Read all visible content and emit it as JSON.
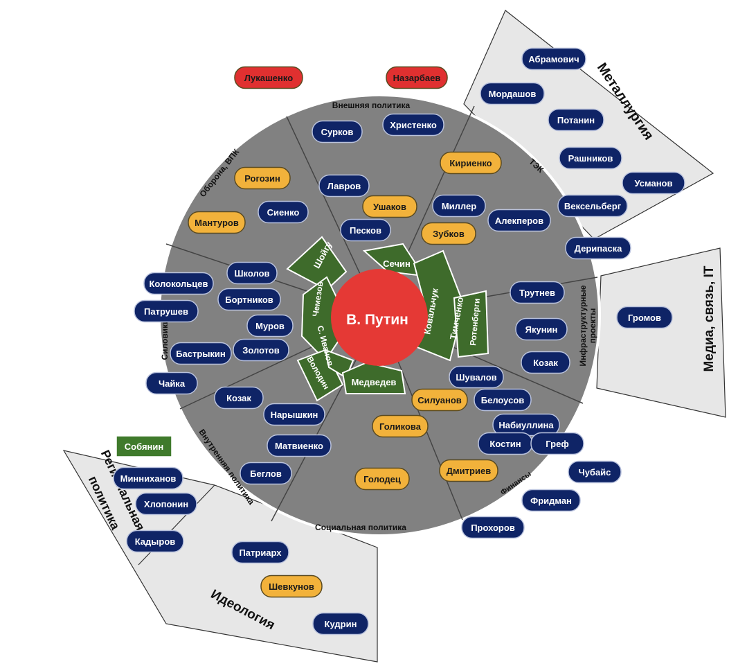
{
  "colors": {
    "circle": "#808080",
    "outer_zone": "#e6e6e6",
    "navy": "#0f2466",
    "orange": "#f2b23b",
    "red": "#e03030",
    "green_ring": "#3d6b2a",
    "green_box": "#3f7a2c",
    "center": "#e53935"
  },
  "center_label": "В. Путин",
  "sector_labels": {
    "foreign": "Внешняя политика",
    "defense": "Оборона, ВПК",
    "tek": "ТЭК",
    "infra": "Инфраструктурные проекты",
    "security": "Силовики",
    "domestic": "Внутренняя политика",
    "social": "Социальная политика",
    "finance": "Финансы"
  },
  "outer_zone_labels": {
    "metallurgy": "Металлургия",
    "media": "Медиа, связь, IT",
    "regional": "Региональная политика",
    "ideology": "Идеология"
  },
  "inner_ring": {
    "shoigu": "Шойгу",
    "chemezov": "Чемезов",
    "sechin": "Сечин",
    "kovalchuk": "Ковальчук",
    "timchenko": "Тимченко",
    "rotenberg": "Ротенберги",
    "ivanov": "С. Иванов",
    "volodin": "Володин",
    "medvedev": "Медведев"
  },
  "nodes": {
    "lukashenko": "Лукашенко",
    "nazarbaev": "Назарбаев",
    "surkov": "Сурков",
    "khristenko": "Христенко",
    "lavrov": "Лавров",
    "ushakov": "Ушаков",
    "peskov": "Песков",
    "kirienko": "Кириенко",
    "miller": "Миллер",
    "alekperov": "Алекперов",
    "zubkov": "Зубков",
    "rogozin": "Рогозин",
    "sienko": "Сиенко",
    "manturov": "Мантуров",
    "abramovich": "Абрамович",
    "mordashov": "Мордашов",
    "potanin": "Потанин",
    "rashnikov": "Рашников",
    "usmanov": "Усманов",
    "vekselberg": "Вексельберг",
    "deripaska": "Дерипаска",
    "trutnev": "Трутнев",
    "yakunin": "Якунин",
    "kozak_infra": "Козак",
    "gromov": "Громов",
    "shkolov": "Школов",
    "kolokoltsev": "Колокольцев",
    "bortnikov": "Бортников",
    "patrushev": "Патрушев",
    "murov": "Муров",
    "zolotov": "Золотов",
    "bastrykin": "Бастрыкин",
    "chaika": "Чайка",
    "kozak_dom": "Козак",
    "naryshkin": "Нарышкин",
    "matvienko": "Матвиенко",
    "beglov": "Беглов",
    "golikova": "Голикова",
    "golodets": "Голодец",
    "shuvalov": "Шувалов",
    "siluanov": "Силуанов",
    "belousov": "Белоусов",
    "nabiullina": "Набиуллина",
    "kostin": "Костин",
    "gref": "Греф",
    "dmitriev": "Дмитриев",
    "chubais": "Чубайс",
    "fridman": "Фридман",
    "prokhorov": "Прохоров",
    "sobyanin": "Собянин",
    "minnikhanov": "Минниханов",
    "khloponin": "Хлопонин",
    "kadyrov": "Кадыров",
    "patriarkh": "Патриарх",
    "shevkunov": "Шевкунов",
    "kudrin": "Кудрин"
  }
}
